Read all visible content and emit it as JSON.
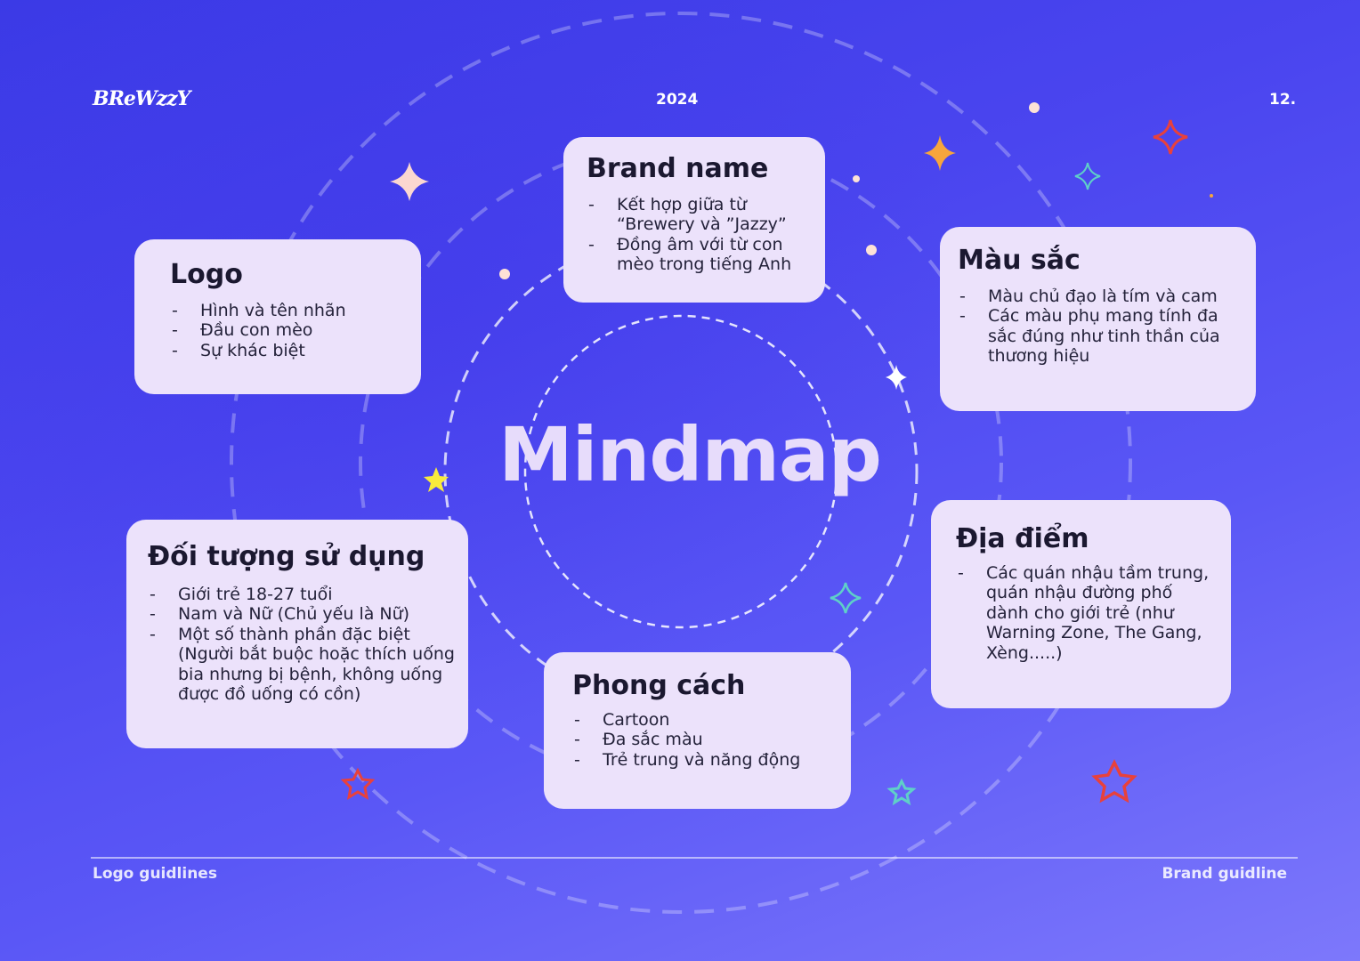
{
  "header": {
    "brand": "BReWzzY",
    "year": "2024",
    "page_number": "12."
  },
  "center_title": "Mindmap",
  "cards": {
    "logo": {
      "title": "Logo",
      "items": [
        "Hình và tên nhãn",
        "Đầu con mèo",
        "Sự khác biệt"
      ]
    },
    "brand_name": {
      "title": "Brand name",
      "items": [
        "Kết hợp giữa từ “Brewery và ”Jazzy”",
        "Đồng âm với từ con mèo trong tiếng Anh"
      ]
    },
    "color": {
      "title": "Màu sắc",
      "items": [
        "Màu chủ đạo là tím và cam",
        "Các màu phụ mang tính đa sắc đúng như tinh thần của thương hiệu"
      ]
    },
    "audience": {
      "title": "Đối tượng sử dụng",
      "items": [
        "Giới trẻ 18-27 tuổi",
        "Nam và Nữ (Chủ yếu là Nữ)",
        "Một số thành phần đặc biệt (Người bắt buộc hoặc thích uống bia nhưng bị bệnh, không uống được đồ uống có cồn)"
      ]
    },
    "location": {
      "title": "Địa điểm",
      "items": [
        "Các quán nhậu tầm trung, quán nhậu đường phố dành cho giới trẻ (như Warning Zone, The Gang, Xèng.....)"
      ]
    },
    "style": {
      "title": "Phong cách",
      "items": [
        "Cartoon",
        "Đa sắc màu",
        "Trẻ trung và năng động"
      ]
    }
  },
  "footer": {
    "left": "Logo guidlines",
    "right": "Brand guidline"
  },
  "colors": {
    "background": "#4a45ef",
    "card": "#ece2fb",
    "title": "#e7dcfb",
    "accent_orange": "#f7a53c",
    "accent_yellow": "#f8ea3c",
    "accent_red": "#e8413c",
    "accent_teal": "#5fd0c8"
  }
}
